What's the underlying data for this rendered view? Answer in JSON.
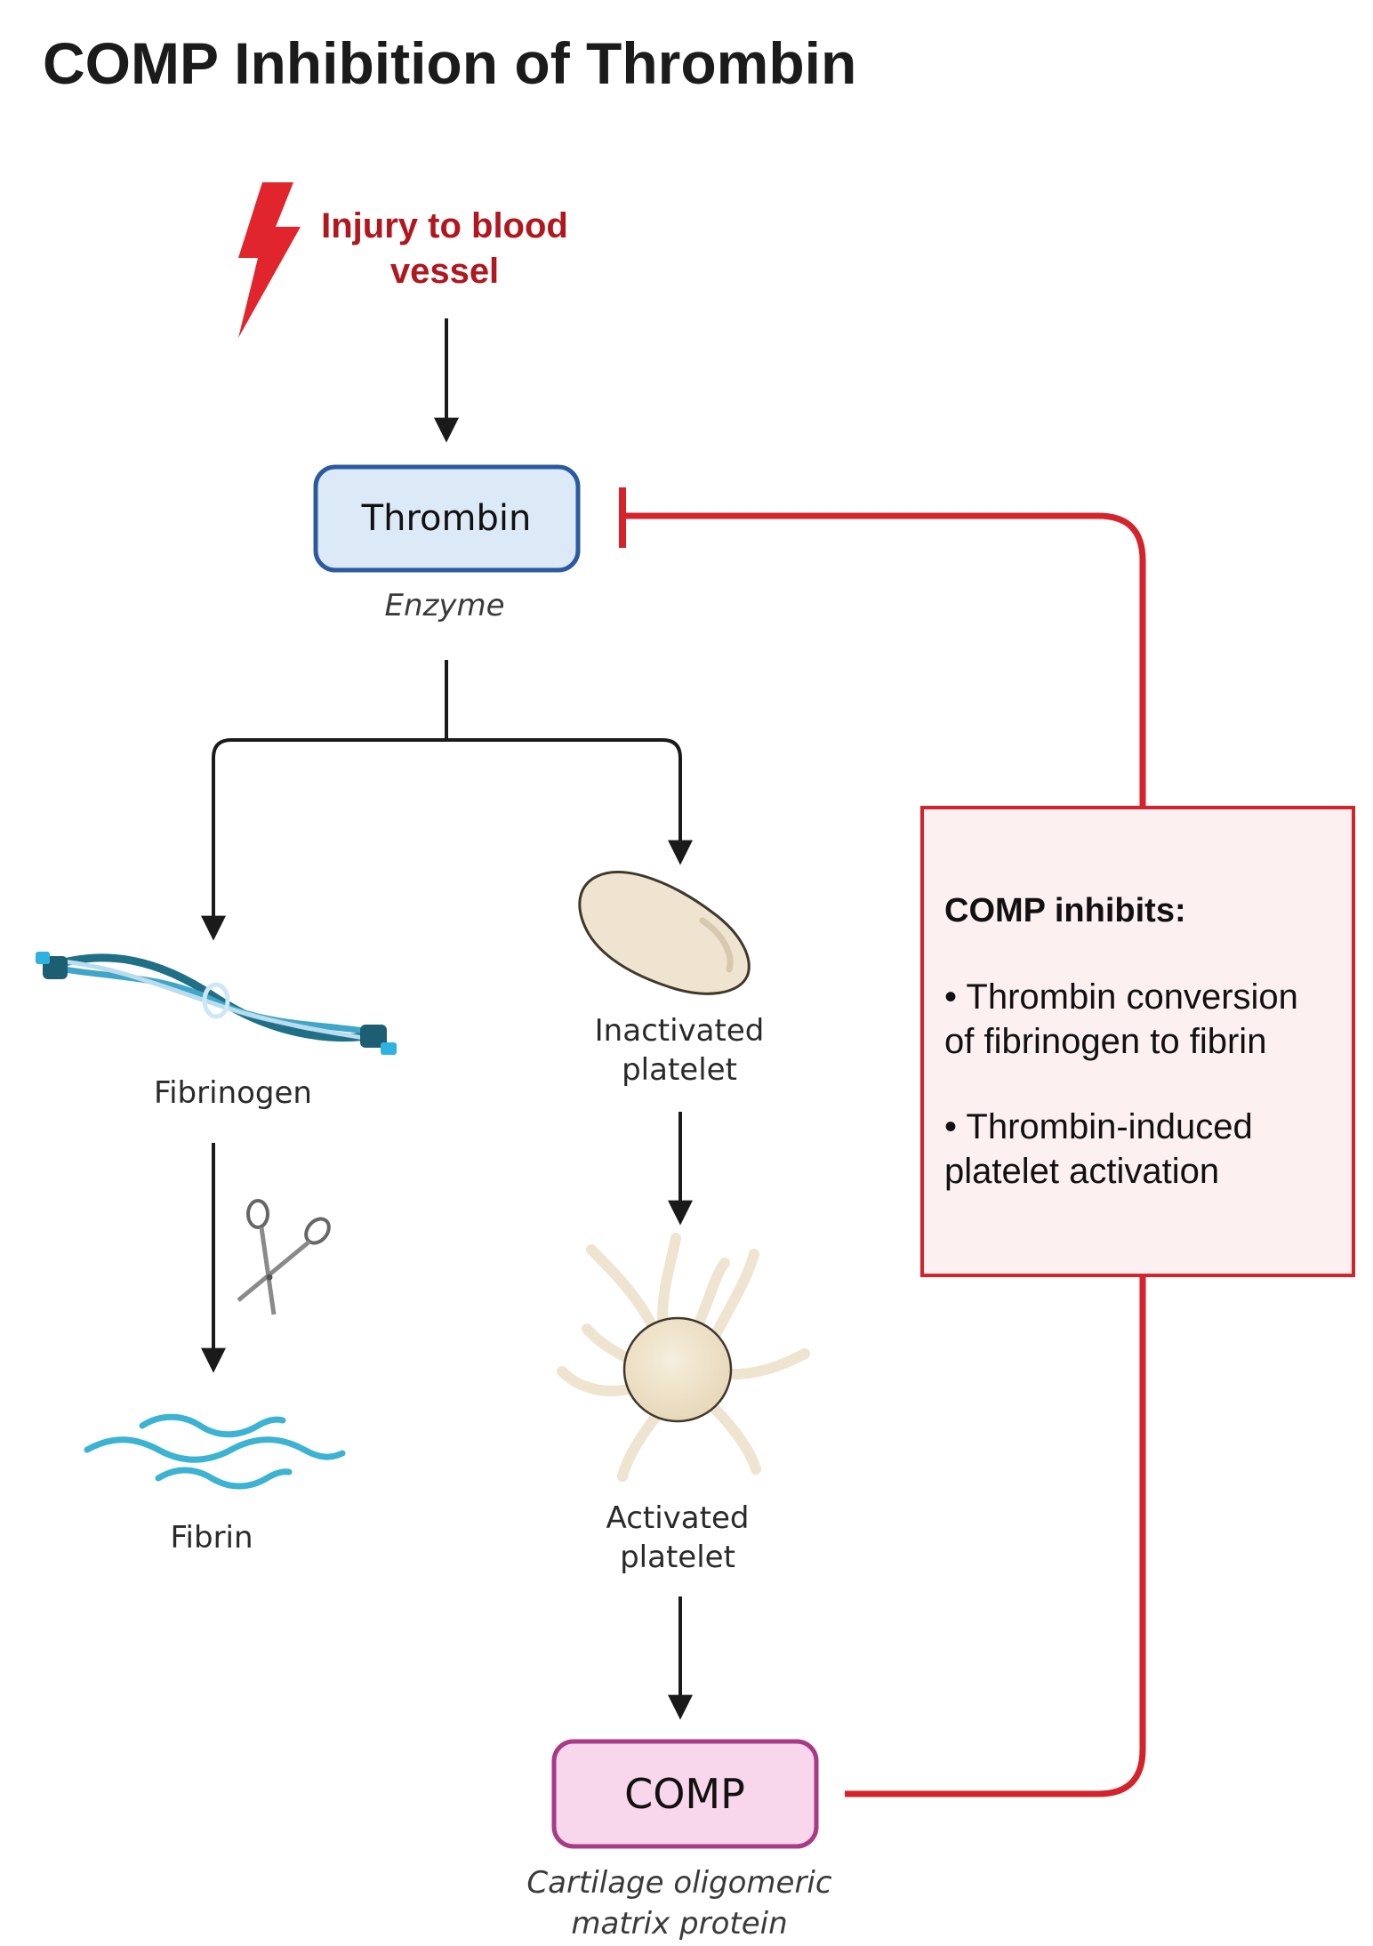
{
  "title": "COMP Inhibition of Thrombin",
  "injury": {
    "line1": "Injury to blood",
    "line2": "vessel"
  },
  "thrombin": {
    "label": "Thrombin",
    "sublabel": "Enzyme"
  },
  "fibrinogen": {
    "label": "Fibrinogen"
  },
  "fibrin": {
    "label": "Fibrin"
  },
  "inactivated_platelet": {
    "line1": "Inactivated",
    "line2": "platelet"
  },
  "activated_platelet": {
    "line1": "Activated",
    "line2": "platelet"
  },
  "comp": {
    "label": "COMP",
    "sub_line1": "Cartilage oligomeric",
    "sub_line2": "matrix protein"
  },
  "panel": {
    "heading": "COMP inhibits:",
    "bullet1_line1": "• Thrombin conversion",
    "bullet1_line2": "of fibrinogen to fibrin",
    "bullet2_line1": "• Thrombin-induced",
    "bullet2_line2": "platelet activation"
  },
  "icons": {
    "injury": "lightning-bolt-icon",
    "cleave": "scissors-icon",
    "fibrinogen": "fibrinogen-strand-icon",
    "fibrin": "fibrin-strands-icon",
    "inactive_platelet": "inactive-platelet-icon",
    "active_platelet": "activated-platelet-icon"
  },
  "colors": {
    "inhibition": "#d4232a",
    "injury_text": "#b0171e",
    "thrombin_fill": "#dce9f7",
    "thrombin_border": "#2b5aa0",
    "comp_fill": "#f8d6ec",
    "comp_border": "#a83a86",
    "panel_fill": "#fdf0f0",
    "panel_border": "#d4232a",
    "fibrin": "#3cb3d3",
    "platelet": "#efe4cf"
  }
}
